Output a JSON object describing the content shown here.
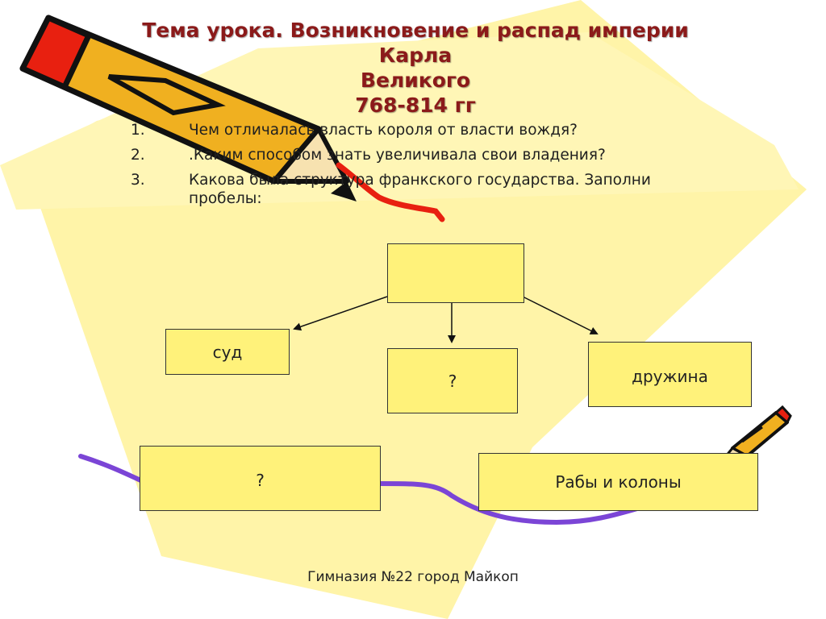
{
  "slide": {
    "title_lines": [
      "Тема урока. Возникновение и распад империи Карла",
      "Великого",
      "768-814 гг"
    ],
    "questions": [
      {
        "num": "1.",
        "text": "Чем отличалась власть короля от власти вождя?"
      },
      {
        "num": "2.",
        "text": ".Каким способом знать увеличивала свои владения?"
      },
      {
        "num": "3.",
        "text": "Какова была структура франкского государства. Заполни пробелы:"
      }
    ],
    "diagram": {
      "top_box": "",
      "court": "суд",
      "middle_question": "?",
      "retinue": "дружина",
      "bottom_question": "?",
      "slaves": "Рабы и колоны"
    },
    "footer": "Гимназия №22 город Майкоп"
  },
  "colors": {
    "background_shape": "#fff4a8",
    "box_fill": "#fff27a",
    "title": "#8b1a1a",
    "wave": "#7b45d6",
    "pencil_body": "#f0b020",
    "pencil_red": "#e82010"
  },
  "icons": [
    "pencil-large-icon",
    "pencil-small-icon"
  ]
}
